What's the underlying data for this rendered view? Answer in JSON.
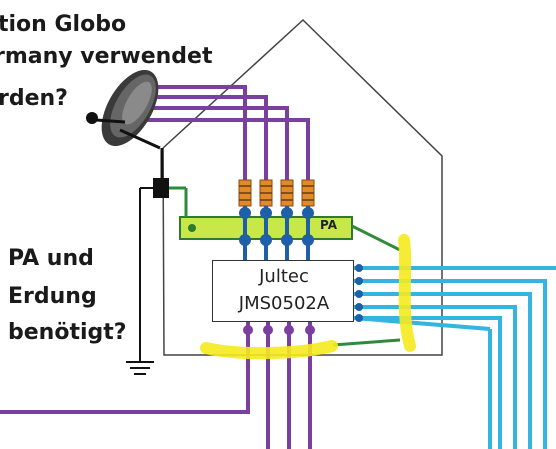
{
  "question": {
    "line1": "tion Globo",
    "line2": "rmany verwendet",
    "line3": "rden?"
  },
  "pa_question": {
    "line1": "PA und",
    "line2": "Erdung",
    "line3": "benötigt?"
  },
  "switch": {
    "line1": "Jultec",
    "line2": "JMS0502A"
  },
  "pa_rail_label": "PA",
  "colors": {
    "sat_cable": "#7b3fa0",
    "tv_cable": "#33b5e0",
    "ground_wire": "#2e8b3a",
    "pa_rail": "#c8e84a",
    "highlight": "#f5ea1e",
    "house_outline": "#444444",
    "coupler_blue": "#1f5fa8",
    "resistor_orange": "#e08a2a"
  },
  "icons": [
    "satellite-dish-icon",
    "ground-symbol-icon",
    "resistor-icon",
    "coax-connector-icon"
  ]
}
